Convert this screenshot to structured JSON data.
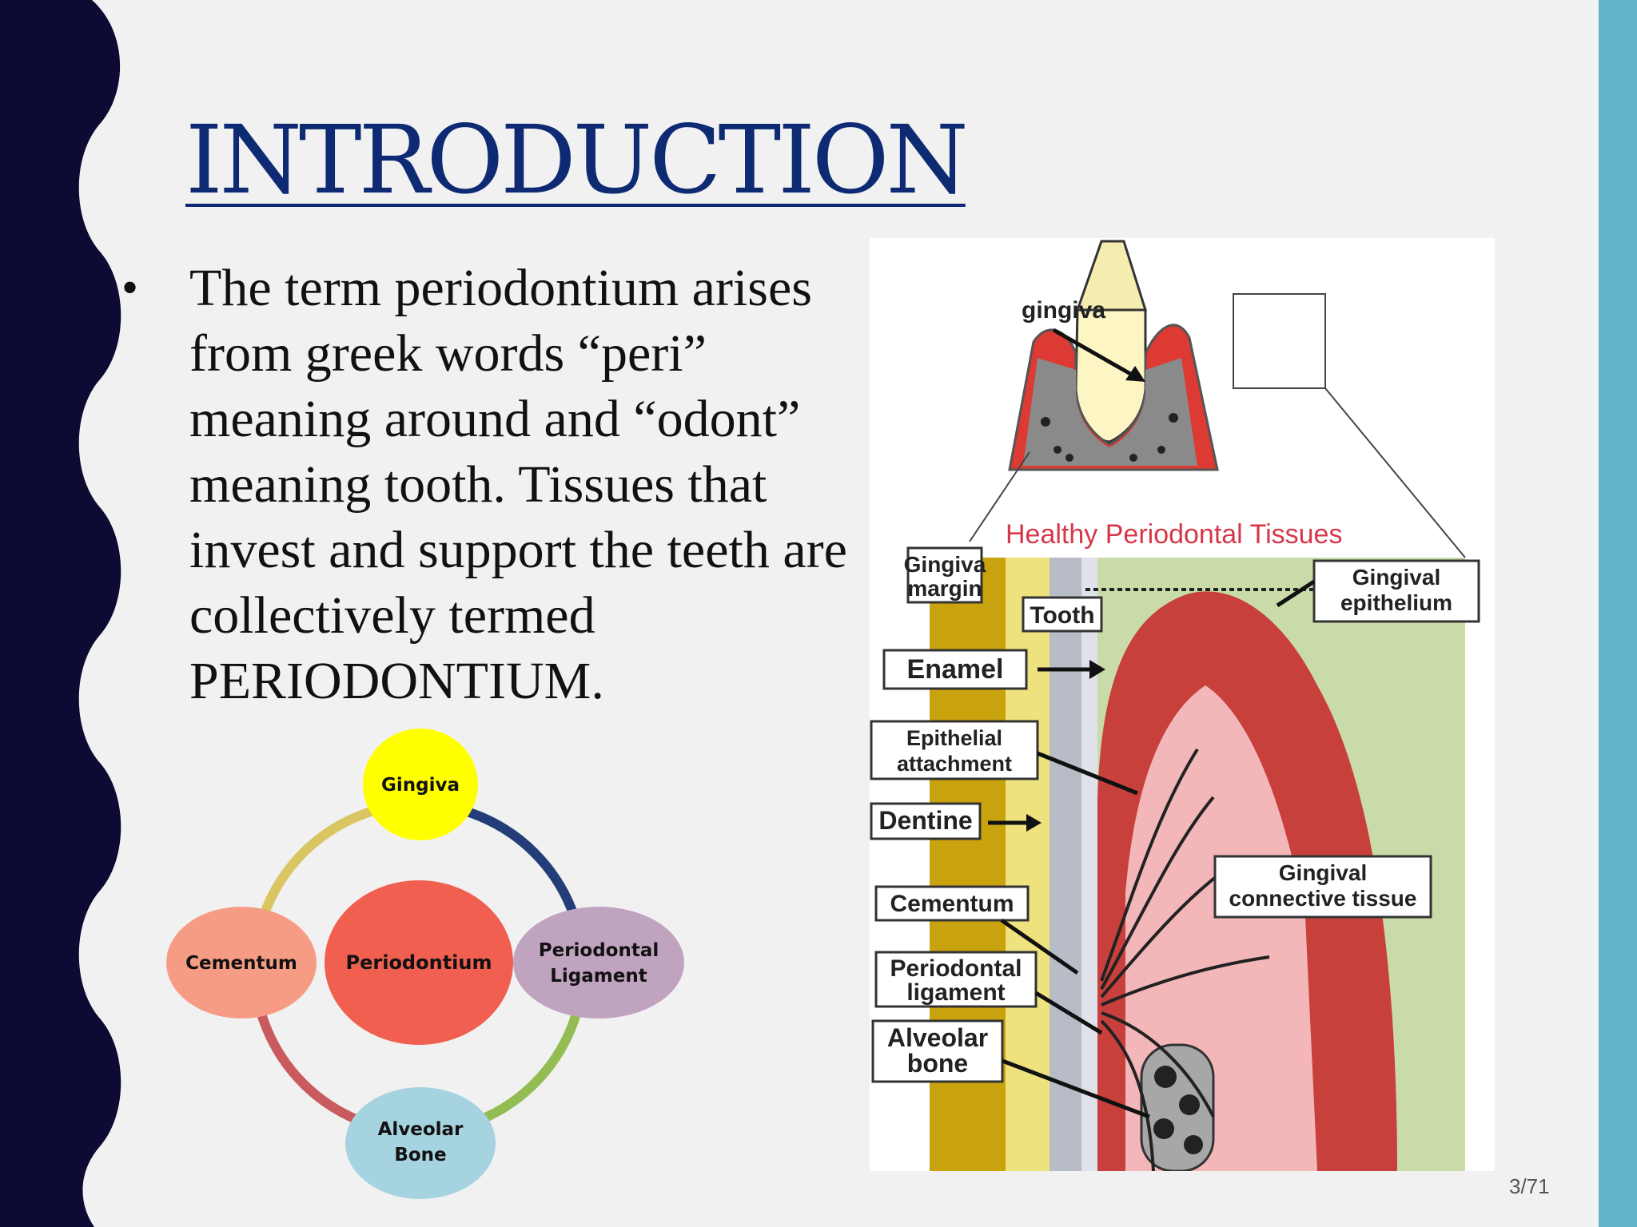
{
  "slide": {
    "title": "INTRODUCTION",
    "bullet": "The term periodontium arises from greek words “peri” meaning around and “odont” meaning tooth. Tissues that invest and support the teeth are collectively termed PERIODONTIUM.",
    "page_number": "3/71"
  },
  "cycle": {
    "center": "Periodontium",
    "top": "Gingiva",
    "right": [
      "Periodontal",
      "Ligament"
    ],
    "bottom": [
      "Alveolar",
      "Bone"
    ],
    "left": "Cementum",
    "colors": {
      "center": "#f05f4f",
      "top": "#ffff00",
      "right": "#c0a3bf",
      "bottom": "#a5d3df",
      "left": "#f79c84",
      "arc_top_right": "#233d78",
      "arc_right_bottom": "#93bc52",
      "arc_bottom_left": "#c95b5e",
      "arc_left_top": "#d9c561"
    }
  },
  "figure": {
    "gingiva": "gingiva",
    "heading": "Healthy Periodontal Tissues",
    "gingiva_margin": [
      "Gingiva",
      "margin"
    ],
    "tooth": "Tooth",
    "gingival_epithelium": [
      "Gingival",
      "epithelium"
    ],
    "enamel": "Enamel",
    "epithelial_attachment": [
      "Epithelial",
      "attachment"
    ],
    "dentine": "Dentine",
    "gingival_connective_tissue": [
      "Gingival",
      "connective tissue"
    ],
    "cementum": "Cementum",
    "periodontal_ligament": [
      "Periodontal",
      "ligament"
    ],
    "alveolar_bone": [
      "Alveolar",
      "bone"
    ]
  }
}
